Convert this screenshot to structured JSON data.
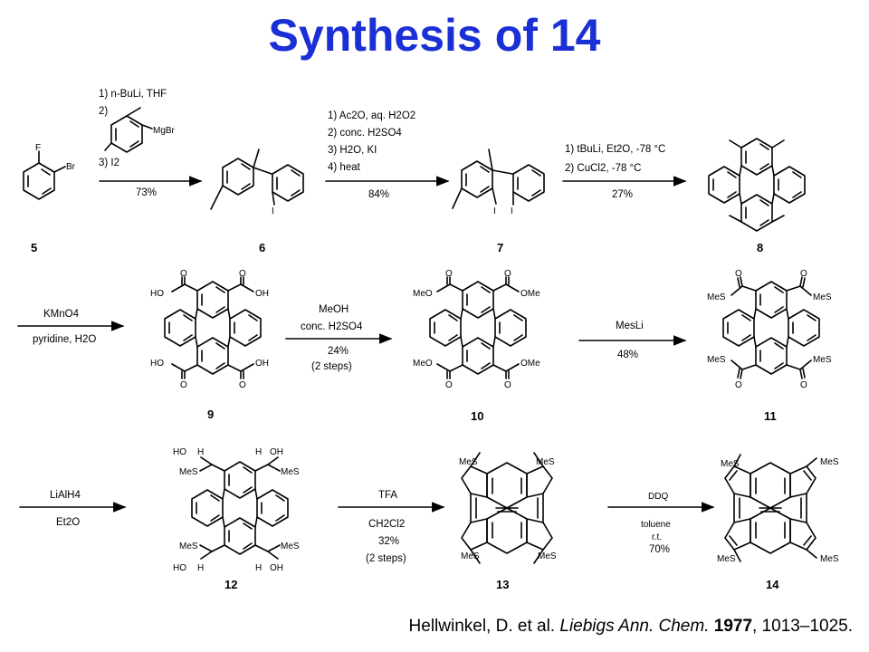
{
  "title": {
    "part1": "Synthesis",
    "part2": "of 14",
    "color": "#1a2fd6"
  },
  "atoms": {
    "F": "F",
    "Br": "Br",
    "I": "I",
    "MgBr": "MgBr",
    "O": "O",
    "OH": "OH",
    "HO": "HO",
    "MeO": "MeO",
    "OMe": "OMe",
    "MeS": "MeS",
    "H": "H"
  },
  "steps": {
    "s1": {
      "conds": [
        "1) n-BuLi, THF",
        "2)",
        "3) I2"
      ],
      "yield": "73%"
    },
    "s2": {
      "conds": [
        "1) Ac2O, aq. H2O2",
        "2) conc. H2SO4",
        "3) H2O, KI",
        "4) heat"
      ],
      "yield": "84%"
    },
    "s3": {
      "conds": [
        "1) tBuLi, Et2O, -78 °C",
        "2) CuCl2, -78 °C"
      ],
      "yield": "27%"
    },
    "s4": {
      "above": "KMnO4",
      "below": "pyridine, H2O"
    },
    "s5": {
      "above1": "MeOH",
      "above2": "conc. H2SO4",
      "below1": "24%",
      "below2": "(2 steps)"
    },
    "s6": {
      "above": "MesLi",
      "below": "48%"
    },
    "s7": {
      "above": "LiAlH4",
      "below": "Et2O"
    },
    "s8": {
      "above": "TFA",
      "below1": "CH2Cl2",
      "below2": "32%",
      "below3": "(2 steps)"
    },
    "s9": {
      "above": "DDQ",
      "below1": "toluene",
      "below2": "r.t.",
      "below3": "70%"
    }
  },
  "compounds": [
    "5",
    "6",
    "7",
    "8",
    "9",
    "10",
    "11",
    "12",
    "13",
    "14"
  ],
  "citation": {
    "authors": "Hellwinkel, D. et al. ",
    "journal": "Liebigs Ann. Chem.",
    "year": "1977",
    "pages": ", 1013–1025."
  }
}
